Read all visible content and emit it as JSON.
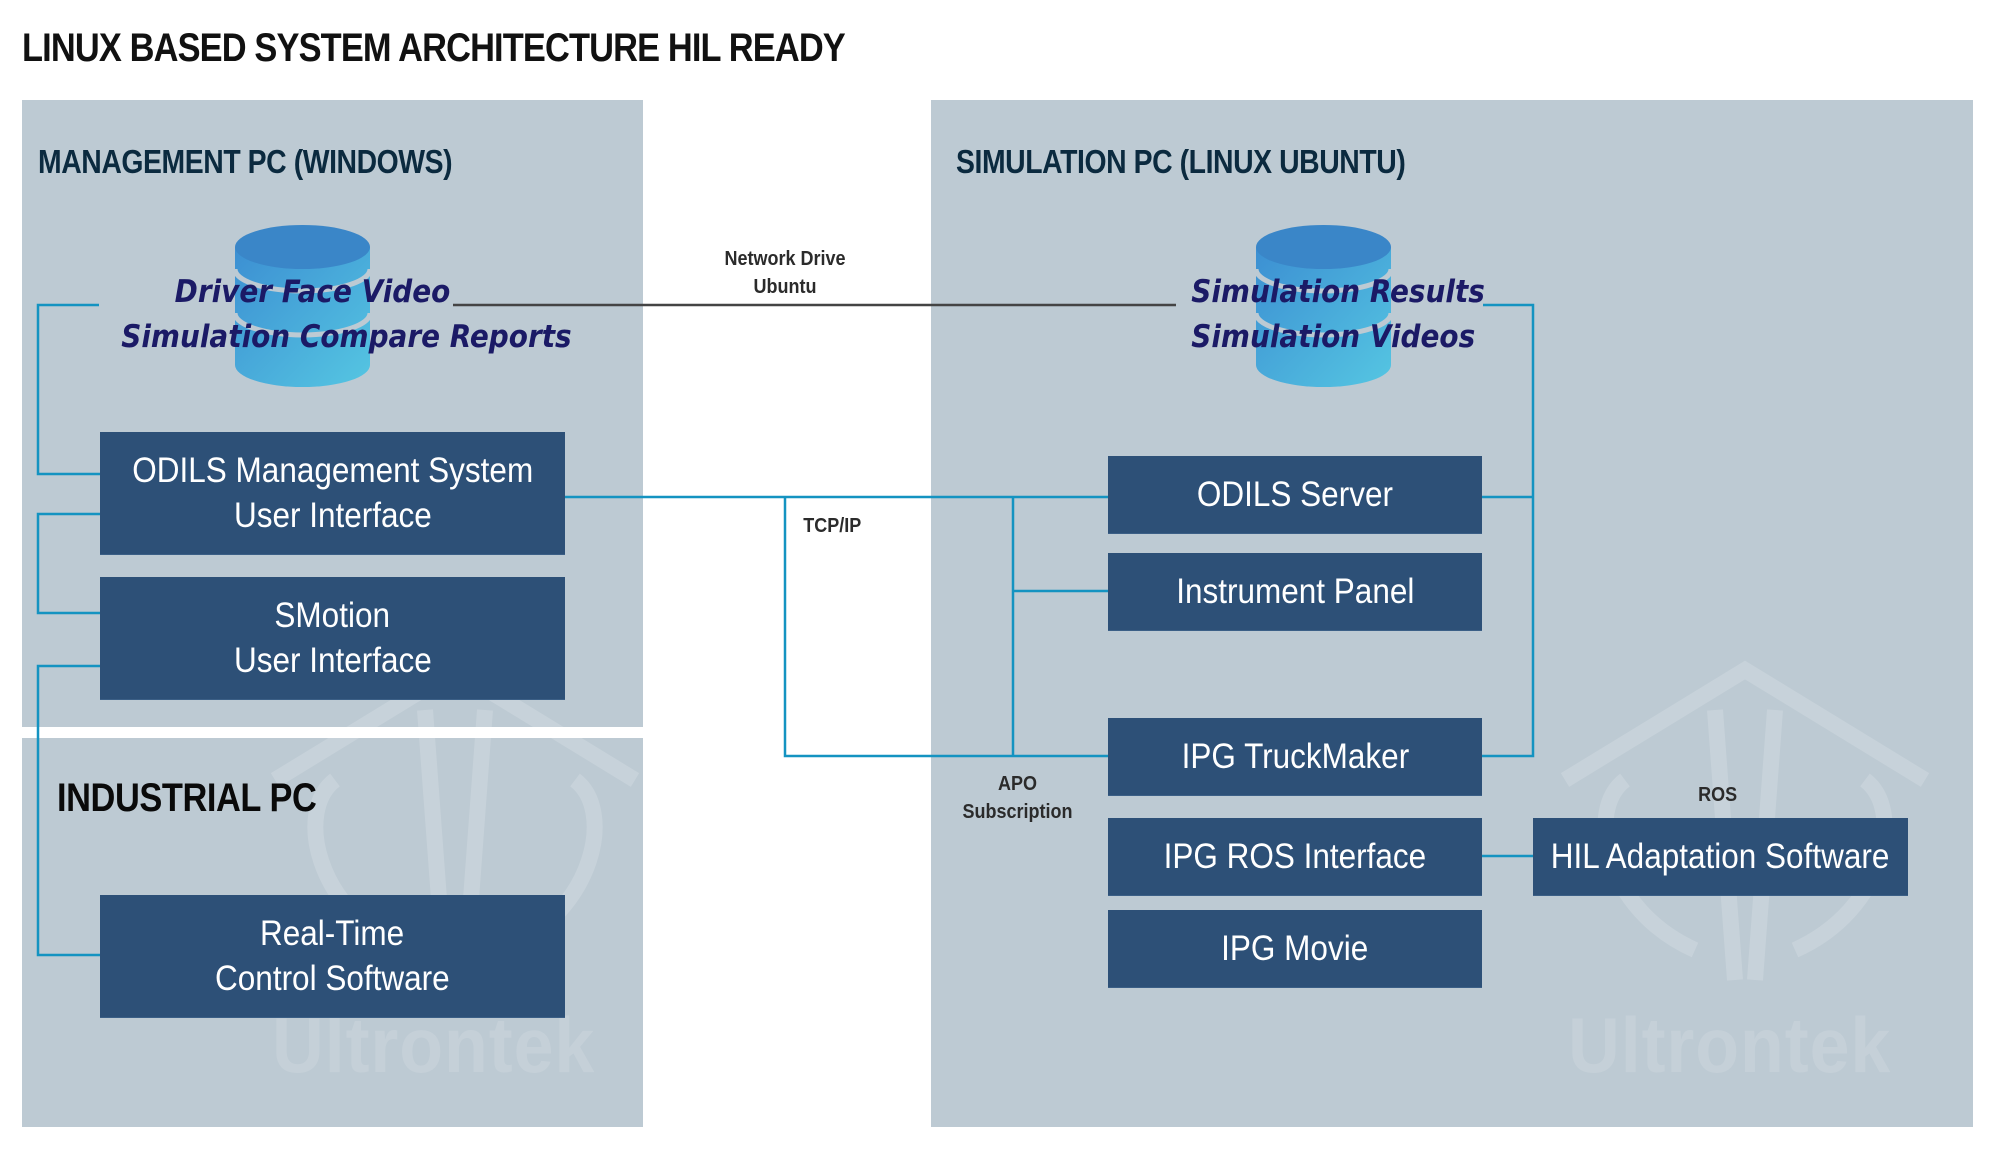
{
  "title": "LINUX BASED SYSTEM ARCHITECTURE HIL READY",
  "colors": {
    "panel": "#bdcad3",
    "box": "#2d5077",
    "wire": "#1493c1",
    "network_line": "#444444",
    "db_text": "#1b1a66"
  },
  "management_pc": {
    "title": "MANAGEMENT PC (WINDOWS)",
    "database": {
      "icon": "database-icon",
      "lines": [
        "Driver Face Video",
        "Simulation Compare Reports"
      ]
    },
    "boxes": [
      {
        "lines": [
          "ODILS Management System",
          "User Interface"
        ]
      },
      {
        "lines": [
          "SMotion",
          "User Interface"
        ]
      }
    ]
  },
  "industrial_pc": {
    "title": "INDUSTRIAL PC",
    "boxes": [
      {
        "lines": [
          "Real-Time",
          "Control Software"
        ]
      }
    ]
  },
  "simulation_pc": {
    "title": "SIMULATION PC (LINUX UBUNTU)",
    "database": {
      "icon": "database-icon",
      "lines": [
        "Simulation Results",
        "Simulation Videos"
      ]
    },
    "boxes": [
      {
        "lines": [
          "ODILS Server"
        ]
      },
      {
        "lines": [
          "Instrument Panel"
        ]
      },
      {
        "lines": [
          "IPG TruckMaker"
        ]
      },
      {
        "lines": [
          "IPG ROS Interface"
        ]
      },
      {
        "lines": [
          "IPG Movie"
        ]
      },
      {
        "lines": [
          "HIL Adaptation Software"
        ]
      }
    ]
  },
  "connections": {
    "network_drive": [
      "Network Drive",
      "Ubuntu"
    ],
    "tcp_ip": "TCP/IP",
    "apo": [
      "APO",
      "Subscription"
    ],
    "ros": "ROS"
  },
  "watermark": "Ultrontek"
}
